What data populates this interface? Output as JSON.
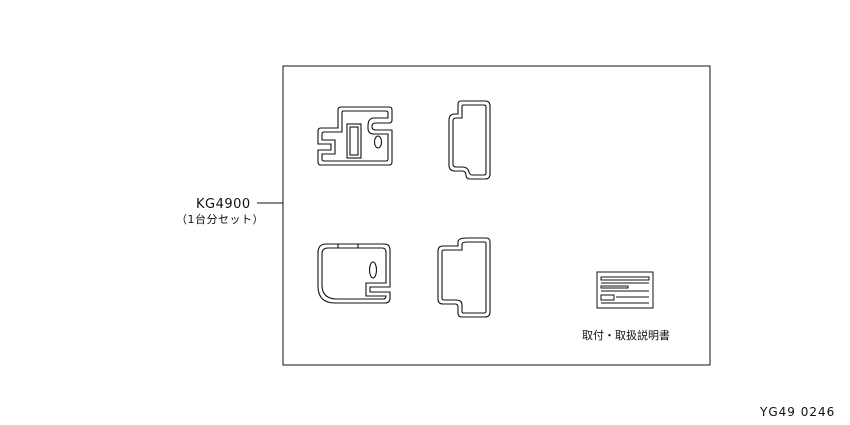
{
  "callout": {
    "part_number": "KG4900",
    "note": "（1台分セット）"
  },
  "box": {
    "items": [
      {
        "name": "front-left-mat"
      },
      {
        "name": "front-right-mat"
      },
      {
        "name": "rear-left-mat"
      },
      {
        "name": "rear-right-mat"
      }
    ],
    "manual_label": "取付・取扱説明書"
  },
  "footer": {
    "drawing_code": "YG49 0246"
  },
  "colors": {
    "line": "#111111",
    "background": "#ffffff"
  }
}
